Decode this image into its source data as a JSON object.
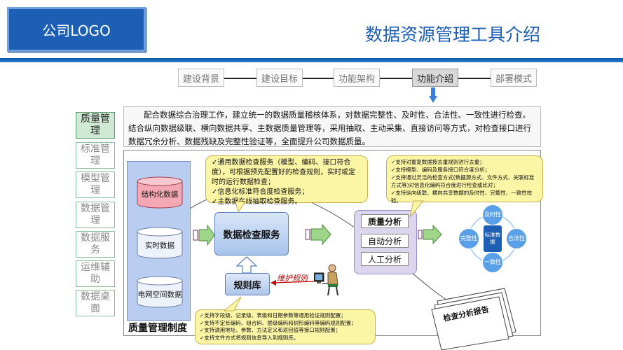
{
  "header": {
    "logo": "公司LOGO",
    "title": "数据资源管理工具介绍"
  },
  "nav": {
    "items": [
      "建设背景",
      "建设目标",
      "功能架构",
      "功能介绍",
      "部署模式"
    ],
    "active": "功能介绍"
  },
  "sidebar": {
    "items": [
      "质量管理",
      "标准管理",
      "模型管理",
      "数据管理",
      "数据服务",
      "运维辅助",
      "数据桌面"
    ],
    "active": "质量管理"
  },
  "intro_text": "配合数据综合治理工作，建立统一的数据质量稽核体系，对数据完整性、及时性、合法性、一致性进行检查。结合纵向数据级联、横向数据共享、主数据质量管理等，采用抽取、主动采集、直接访问等方式，对检查接口进行数据冗余分析、数据残缺及完整性验证等，全面提升公司数据质量。",
  "diagram": {
    "panel_label": "质量管理制度",
    "sources": [
      "结构化数据",
      "实时数据",
      "电网空间数据"
    ],
    "service": "数据检查服务",
    "rule_lib": "规则库",
    "maintain_label": "维护规则",
    "analysis": [
      "质量分析",
      "自动分析",
      "人工分析"
    ],
    "report": "检查分析报告",
    "core": "标准数据",
    "qualities": [
      "及时性",
      "合法性",
      "一致性",
      "完整性"
    ],
    "callout_service": [
      "✓通用数据检查服务（模型、编码、接口符合度），可根据预先配置好的检查规则，实时或定时的运行数据检查；",
      "✓信息化标准符合度检查服务；",
      "✓主数据在线抽取检查服务。"
    ],
    "callout_analysis": [
      "✓支持对重复数据按去重规则进行去重；",
      "✓支持模型、编码及服务接口符合度分析；",
      "✓支持通过灵活的检查方式(数据源方式、文件方式、关联标准方式等)对信息化编码符合度进行检查或比对；",
      "✓支持纵向级联、横向共享数据的及时性、完整性、一致性校验。"
    ],
    "callout_rules": [
      "✓支持字段级、记录级、表级和日期参数等通用验证规则配置；",
      "✓支持不定长编码、组合码、层级编码和树形编码等编码规则配置；",
      "✓支持调用地址、参数、方法定义和返回值等接口规则配置；",
      "✓支持文件方式将规则信息导入到规则库。"
    ]
  },
  "colors": {
    "brand_blue": "#1e5fb6",
    "side_active": "#cfe9d4",
    "callout": "#fbf5a6",
    "panel_blue": "#b9cdf0",
    "analysis_purple": "#dcd5ee",
    "cylinder_red": "#f4a8b4"
  }
}
